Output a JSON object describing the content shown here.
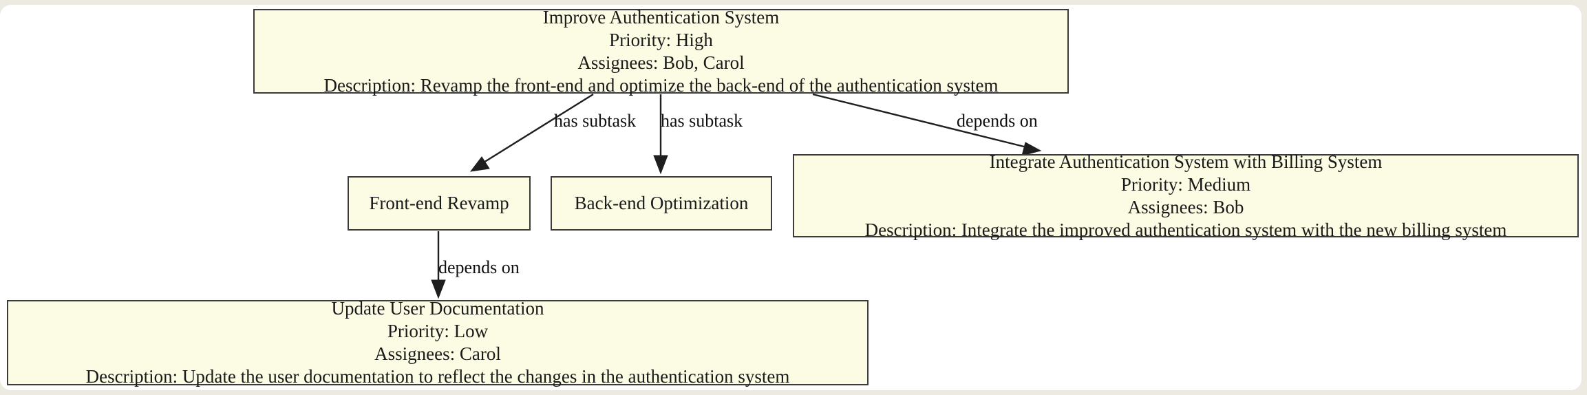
{
  "diagram": {
    "type": "task-dependency-graph",
    "colors": {
      "page_background": "#eceae1",
      "canvas_background": "#ffffff",
      "node_fill": "#fcfce4",
      "node_border": "#3b3b3b",
      "edge_stroke": "#1f1f1f",
      "text": "#1a1a1a"
    },
    "nodes": [
      {
        "id": "improve",
        "title": "Improve Authentication System",
        "priority": "Priority: High",
        "assignees": "Assignees: Bob, Carol",
        "description": "Description: Revamp the front-end and optimize the back-end of the authentication system"
      },
      {
        "id": "frontend",
        "title": "Front-end Revamp"
      },
      {
        "id": "backend",
        "title": "Back-end Optimization"
      },
      {
        "id": "integrate",
        "title": "Integrate Authentication System with Billing System",
        "priority": "Priority: Medium",
        "assignees": "Assignees: Bob",
        "description": "Description: Integrate the improved authentication system with the new billing system"
      },
      {
        "id": "update",
        "title": "Update User Documentation",
        "priority": "Priority: Low",
        "assignees": "Assignees: Carol",
        "description": "Description: Update the user documentation to reflect the changes in the authentication system"
      }
    ],
    "edges": [
      {
        "id": "e1",
        "from": "improve",
        "to": "frontend",
        "label": "has subtask"
      },
      {
        "id": "e2",
        "from": "improve",
        "to": "backend",
        "label": "has subtask"
      },
      {
        "id": "e3",
        "from": "improve",
        "to": "integrate",
        "label": "depends on"
      },
      {
        "id": "e4",
        "from": "frontend",
        "to": "update",
        "label": "depends on"
      }
    ]
  }
}
